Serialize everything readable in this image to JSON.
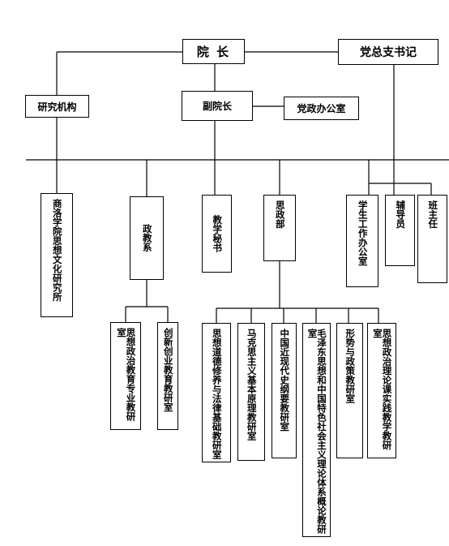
{
  "org": {
    "dean": "院 长",
    "party_secretary": "党总支书记",
    "research_institutes": "研究机构",
    "vice_dean": "副院长",
    "party_office": "党政办公室",
    "institute": "商洛学院思想文化研究所",
    "politics_education_dept": "政教系",
    "teaching_secretary": "教学秘书",
    "ideological_politics_dept": "思政部",
    "student_affairs_office": "学生工作办公室",
    "counselors": "辅导员",
    "class_advisors": "班主任"
  },
  "politics_education_units": [
    "思想政治教育专业教研室",
    "创新创业教育教研室"
  ],
  "ideological_politics_units": [
    "思想道德修养与法律基础教研室",
    "马克思主义基本原理教研室",
    "中国近现代史纲要教研室",
    "毛泽东思想和中国特色社会主义理论体系概论教研室",
    "形势与政策教研室",
    "思想政治理论课实践教学教研室"
  ]
}
